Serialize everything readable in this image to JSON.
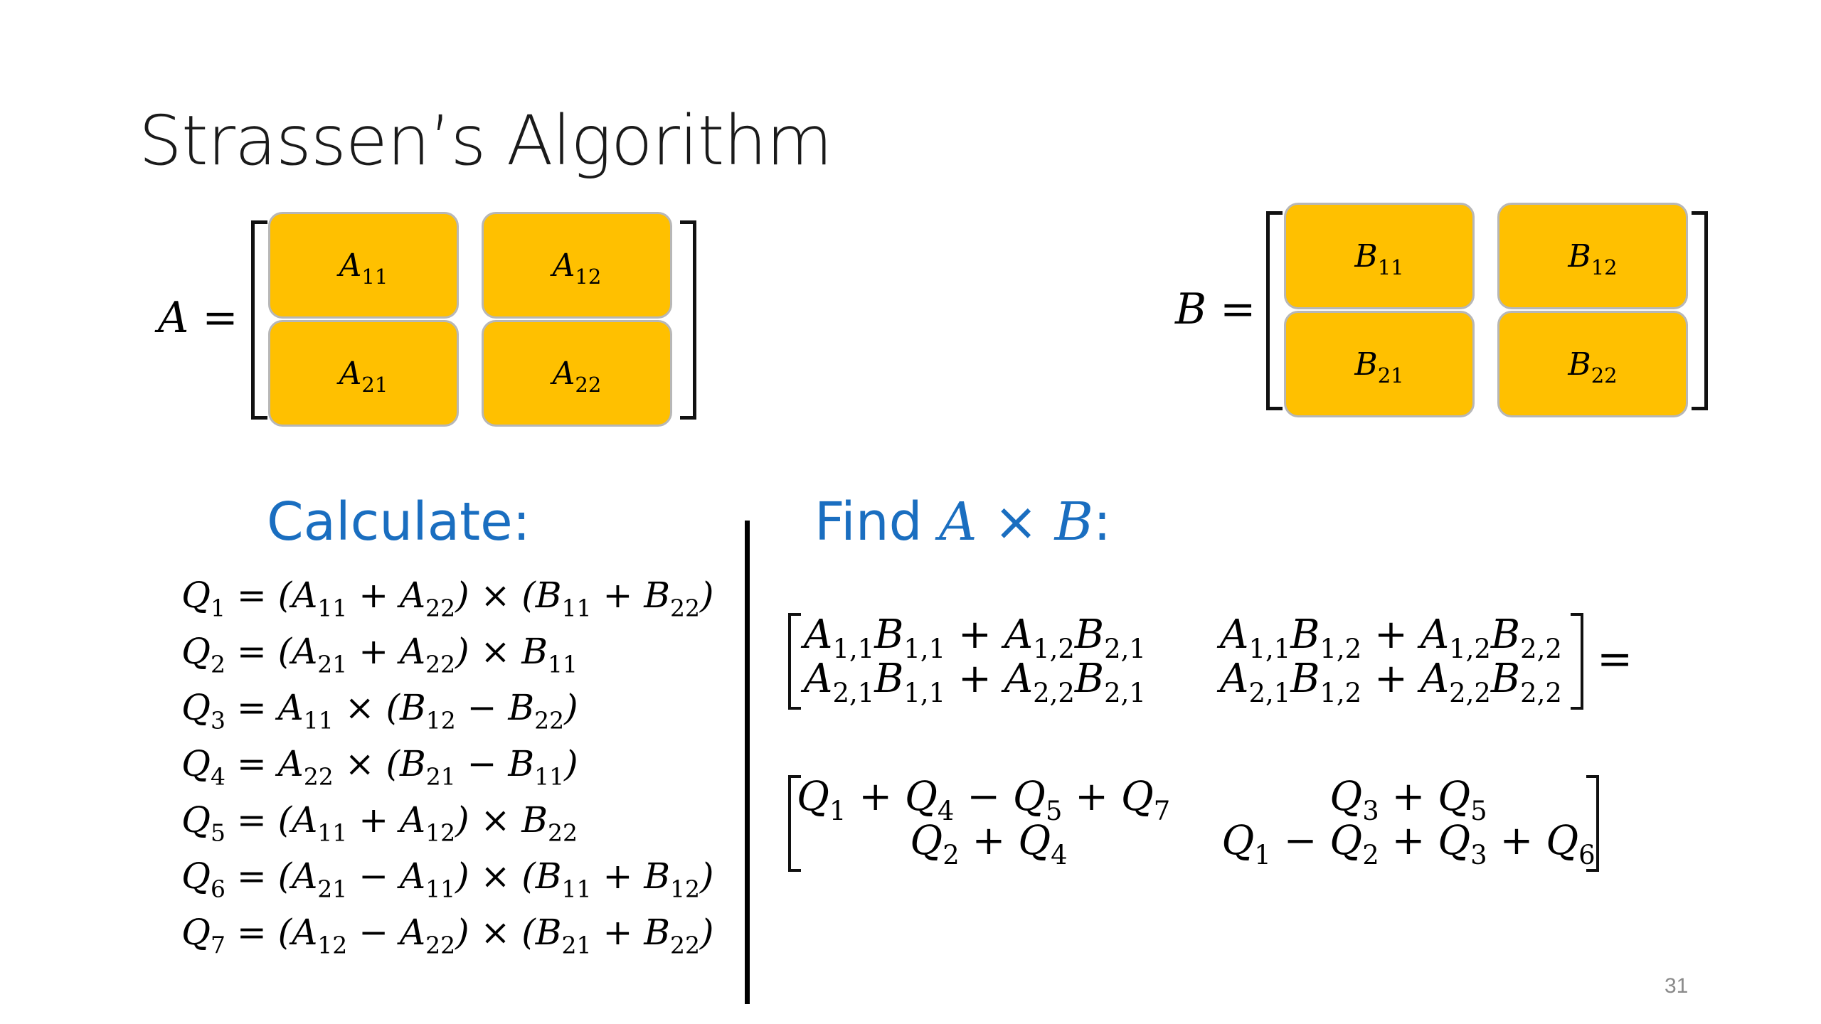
{
  "title": "Strassen’s Algorithm",
  "matrix_a": {
    "label": "A",
    "equals": "=",
    "cells": [
      {
        "base": "A",
        "sub": "11"
      },
      {
        "base": "A",
        "sub": "12"
      },
      {
        "base": "A",
        "sub": "21"
      },
      {
        "base": "A",
        "sub": "22"
      }
    ]
  },
  "matrix_b": {
    "label": "B",
    "equals": "=",
    "cells": [
      {
        "base": "B",
        "sub": "11"
      },
      {
        "base": "B",
        "sub": "12"
      },
      {
        "base": "B",
        "sub": "21"
      },
      {
        "base": "B",
        "sub": "22"
      }
    ]
  },
  "calculate_heading": "Calculate:",
  "find_heading": {
    "prefix": "Find ",
    "expr_a": "A",
    "times": " × ",
    "expr_b": "B",
    "suffix": ":"
  },
  "equations": [
    "Q_1 = (A_{11} + A_{22}) × (B_{11} + B_{22})",
    "Q_2 = (A_{21} + A_{22}) × B_{11}",
    "Q_3 = A_{11} × (B_{12}  − B_{22})",
    "Q_4 = A_{22} × (B_{21} − B_{11})",
    "Q_5 = (A_{11} + A_{12}) × B_{22}",
    "Q_6 = (A_{21} − A_{11}) × (B_{11} + B_{12})",
    "Q_7 = (A_{12} − A_{22}) × (B_{21} + B_{22})"
  ],
  "product_matrix": {
    "rows": [
      [
        "A_{1,1}B_{1,1} + A_{1,2}B_{2,1}",
        "A_{1,1}B_{1,2} + A_{1,2}B_{2,2}"
      ],
      [
        "A_{2,1}B_{1,1} + A_{2,2}B_{2,1}",
        "A_{2,1}B_{1,2} + A_{2,2}B_{2,2}"
      ]
    ],
    "equals": "="
  },
  "result_matrix": {
    "rows": [
      [
        "Q_1 + Q_4 − Q_5 + Q_7",
        "Q_3 + Q_5"
      ],
      [
        "Q_2 + Q_4",
        "Q_1 − Q_2 + Q_3 + Q_6"
      ]
    ]
  },
  "colors": {
    "cell_fill": "#ffc000",
    "heading": "#1a6ec0"
  },
  "page_number": "31"
}
